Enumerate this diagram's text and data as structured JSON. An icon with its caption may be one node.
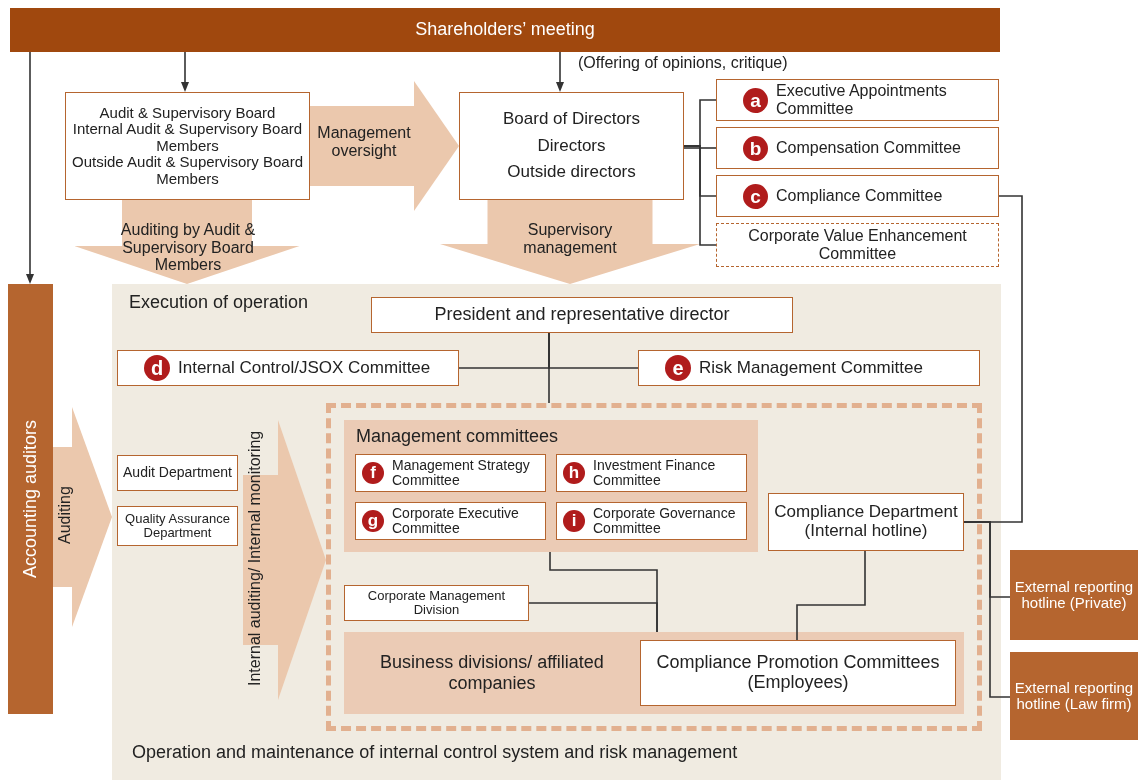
{
  "diagram": {
    "nodes": [
      {
        "text": [
          "Shareholders’ meeting"
        ]
      },
      {
        "text": [
          "Audit & Supervisory Board",
          "Internal Audit & Supervisory Board Members",
          "Outside Audit & Supervisory Board Members"
        ]
      },
      {
        "text": [
          "Board of Directors",
          "Directors",
          "Outside directors"
        ]
      },
      {
        "text": [
          "a",
          "Executive Appointments Committee"
        ]
      },
      {
        "text": [
          "b",
          "Compensation Committee"
        ]
      },
      {
        "text": [
          "c",
          "Compliance Committee"
        ]
      },
      {
        "text": [
          "Corporate Value Enhancement Committee"
        ]
      },
      {
        "text": [
          "Accounting auditors"
        ]
      },
      {
        "text": [
          "Execution of operation",
          "Operation and maintenance of internal control system and risk management"
        ]
      },
      {
        "text": [
          "President and representative director"
        ],
        "in": 8
      },
      {
        "text": [
          "d",
          "Internal Control/JSOX Committee"
        ],
        "in": 8
      },
      {
        "text": [
          "e",
          "Risk Management Committee"
        ],
        "in": 8
      },
      {
        "text": [
          "Audit Department"
        ],
        "in": 8
      },
      {
        "text": [
          "Quality Assurance Department"
        ],
        "in": 8
      },
      {
        "text": [],
        "shape": "box",
        "in": 8
      },
      {
        "text": [
          "Management committees"
        ],
        "in": 14
      },
      {
        "text": [
          "f",
          "Management Strategy Committee"
        ],
        "in": 15
      },
      {
        "text": [
          "h",
          "Investment Finance Committee"
        ],
        "in": 15
      },
      {
        "text": [
          "g",
          "Corporate Executive Committee"
        ],
        "in": 15
      },
      {
        "text": [
          "i",
          "Corporate Governance Committee"
        ],
        "in": 15
      },
      {
        "text": [
          "Compliance Department (Internal hotline)"
        ],
        "in": 14
      },
      {
        "text": [
          "Corporate Management Division"
        ],
        "in": 14
      },
      {
        "text": [
          "Business divisions/ affiliated companies"
        ],
        "in": 14
      },
      {
        "text": [
          "Compliance Promotion Committees (Employees)"
        ],
        "in": 22
      },
      {
        "text": [
          "External reporting hotline (Private)"
        ]
      },
      {
        "text": [
          "External reporting hotline (Law firm)"
        ]
      }
    ],
    "edges": [
      {
        "from": 0,
        "to": 1,
        "arrow": "to"
      },
      {
        "from": 0,
        "to": 2,
        "arrow": "to",
        "label": "(Offering of opinions, critique)"
      },
      {
        "from": 0,
        "to": 7,
        "arrow": "to"
      },
      {
        "from": 1,
        "to": 2,
        "arrow": "to",
        "label": "Management oversight",
        "style": "thick",
        "color": "#ebc8ad"
      },
      {
        "from": 1,
        "to": 8,
        "arrow": "to",
        "label": "Auditing by Audit & Supervisory Board Members",
        "style": "thick",
        "color": "#ebc8ad"
      },
      {
        "from": 2,
        "to": 8,
        "arrow": "to",
        "label": "Supervisory management",
        "style": "thick",
        "color": "#ebc8ad"
      },
      {
        "from": 7,
        "to": 8,
        "arrow": "to",
        "label": "Auditing",
        "style": "thick",
        "color": "#ebc8ad"
      },
      {
        "from": 2,
        "to": 3,
        "arrow": "none"
      },
      {
        "from": 2,
        "to": 4,
        "arrow": "none"
      },
      {
        "from": 2,
        "to": 5,
        "arrow": "none"
      },
      {
        "from": 2,
        "to": 6,
        "arrow": "none"
      },
      {
        "from": 5,
        "to": 20,
        "arrow": "none"
      },
      {
        "from": 9,
        "to": 10,
        "arrow": "none"
      },
      {
        "from": 9,
        "to": 11,
        "arrow": "none"
      },
      {
        "from": 9,
        "to": 14,
        "arrow": "none"
      },
      {
        "from": null,
        "to": 14,
        "arrow": "to",
        "label": "Internal auditing/ Internal monitoring",
        "style": "thick",
        "color": "#ebc8ad"
      },
      {
        "from": 15,
        "to": 22,
        "arrow": "none"
      },
      {
        "from": 21,
        "to": 22,
        "arrow": "none"
      },
      {
        "from": 20,
        "to": 23,
        "arrow": "none"
      },
      {
        "from": 20,
        "to": 24,
        "arrow": "none"
      },
      {
        "from": 20,
        "to": 25,
        "arrow": "none"
      }
    ]
  }
}
